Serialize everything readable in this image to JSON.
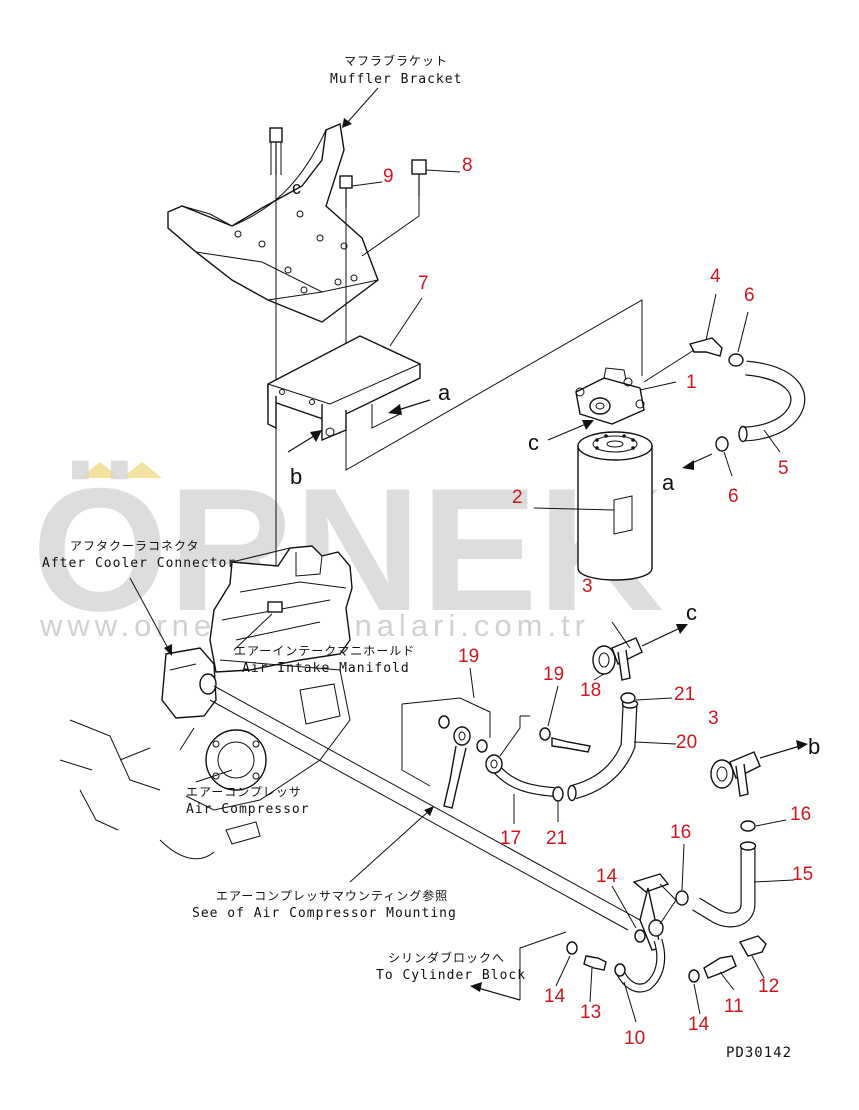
{
  "callouts": {
    "muffler_bracket_jp": "マフラブラケット",
    "muffler_bracket_en": "Muffler Bracket",
    "after_cooler_jp": "アフタクーラコネクタ",
    "after_cooler_en": "After Cooler Connector",
    "air_intake_jp": "エアーインテークマニホールド",
    "air_intake_en": "Air Intake Manifold",
    "air_compressor_jp": "エアーコンプレッサ",
    "air_compressor_en": "Air Compressor",
    "compressor_mount_jp": "エアーコンプレッサマウンティング参照",
    "compressor_mount_en": "See of Air Compressor Mounting",
    "cylinder_block_jp": "シリンダブロックへ",
    "cylinder_block_en": "To Cylinder Block"
  },
  "part_numbers": {
    "n1": "1",
    "n2": "2",
    "n3a": "3",
    "n3b": "3",
    "n4": "4",
    "n5": "5",
    "n6a": "6",
    "n6b": "6",
    "n7": "7",
    "n8": "8",
    "n9": "9",
    "n10": "10",
    "n11": "11",
    "n12": "12",
    "n13": "13",
    "n14a": "14",
    "n14b": "14",
    "n14c": "14",
    "n15": "15",
    "n16a": "16",
    "n16b": "16",
    "n17": "17",
    "n18": "18",
    "n19a": "19",
    "n19b": "19",
    "n20": "20",
    "n21a": "21",
    "n21b": "21"
  },
  "reference_letters": {
    "a1": "a",
    "a2": "a",
    "b1": "b",
    "b2": "b",
    "c1": "c",
    "c2": "c",
    "c3": "c"
  },
  "drawing_code": "PD30142",
  "watermark": {
    "brand": "ÖRNEK",
    "url": "www.ornekismakinalari.com.tr"
  }
}
